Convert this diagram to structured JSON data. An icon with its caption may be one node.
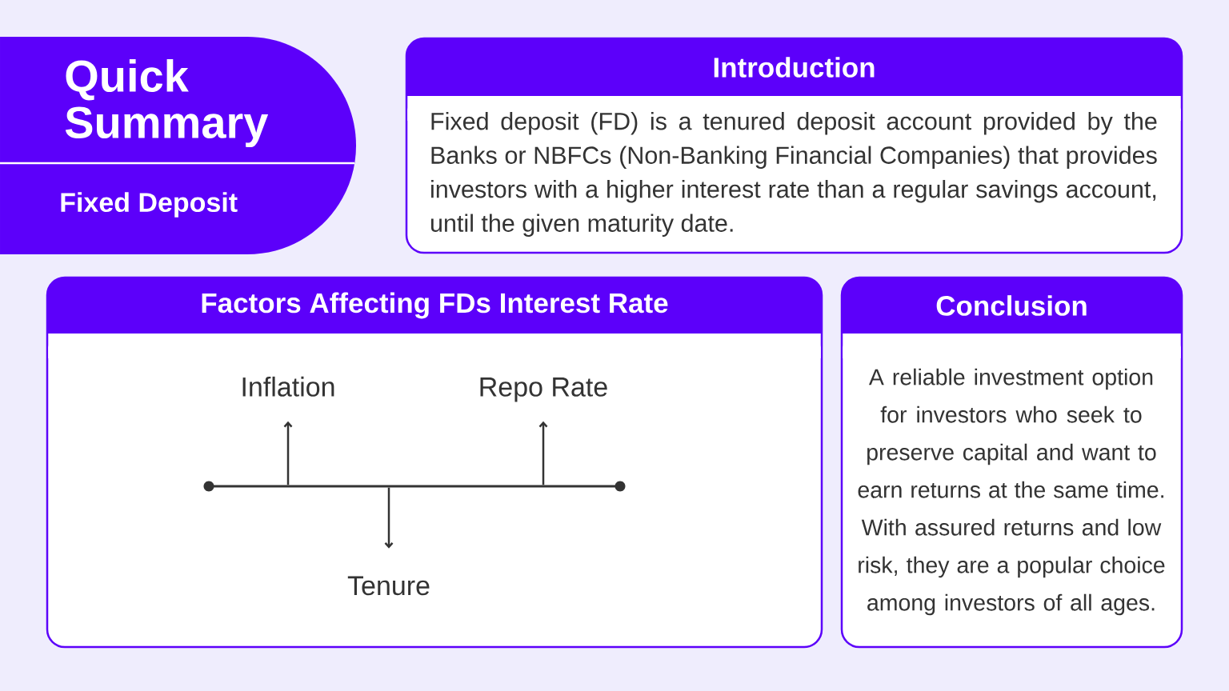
{
  "diagram": {
    "nodes": [
      {
        "text": [
          "Quick Summary",
          "Fixed Deposit"
        ]
      },
      {
        "text": [
          "Introduction",
          "Fixed deposit (FD) is a tenured deposit account provided by the Banks or NBFCs (Non-Banking Financial Companies) that provides investors with a higher interest rate than a regular savings account, until the given maturity date."
        ]
      },
      {
        "text": [
          "Factors Affecting FDs Interest Rate"
        ]
      },
      {
        "text": [
          "Inflation"
        ],
        "in": 2
      },
      {
        "text": [
          "Repo Rate"
        ],
        "in": 2
      },
      {
        "text": [],
        "shape": "bar",
        "in": 2
      },
      {
        "text": [
          "Tenure"
        ],
        "in": 2
      },
      {
        "text": [
          "Conclusion",
          "A reliable investment option for investors who seek to preserve capital and want to earn returns at the same time. With assured returns and low risk, they are a popular choice among investors of all ages."
        ]
      }
    ],
    "edges": [
      {
        "from": 5,
        "to": 3,
        "arrow": "to"
      },
      {
        "from": 5,
        "to": 4,
        "arrow": "to"
      },
      {
        "from": 5,
        "to": 6,
        "arrow": "to"
      }
    ]
  }
}
